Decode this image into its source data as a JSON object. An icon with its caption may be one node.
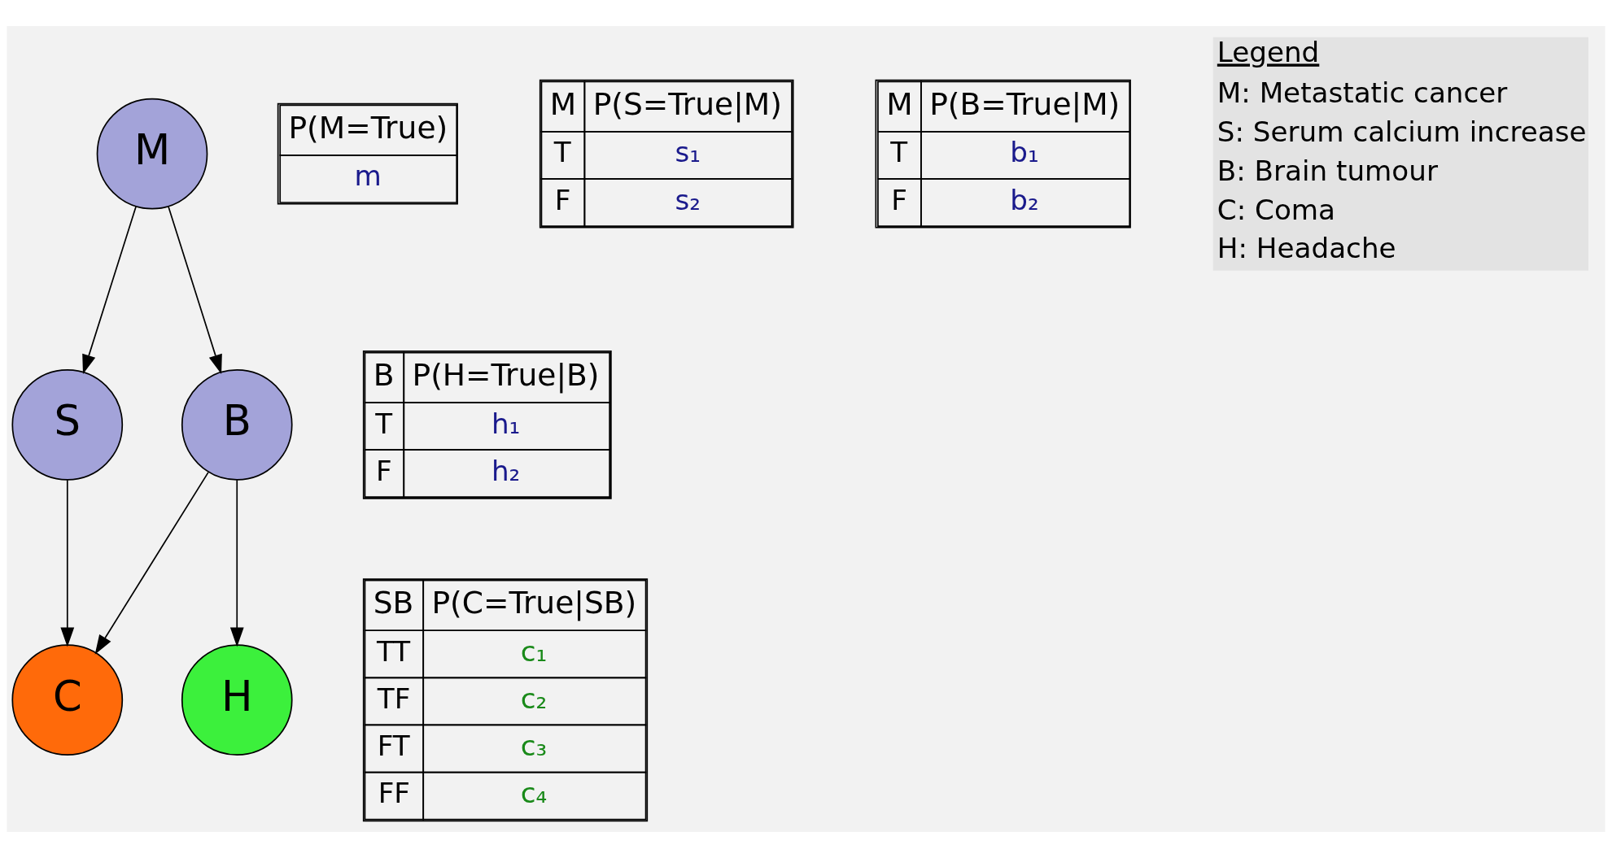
{
  "diagram": {
    "nodes": [
      {
        "text": [
          "M"
        ]
      },
      {
        "text": [
          "S"
        ]
      },
      {
        "text": [
          "B"
        ]
      },
      {
        "text": [
          "C"
        ]
      },
      {
        "text": [
          "H"
        ]
      }
    ],
    "edges": [
      {
        "from": 0,
        "to": 1,
        "arrow": "to"
      },
      {
        "from": 0,
        "to": 2,
        "arrow": "to"
      },
      {
        "from": 1,
        "to": 3,
        "arrow": "to"
      },
      {
        "from": 2,
        "to": 3,
        "arrow": "to"
      },
      {
        "from": 2,
        "to": 4,
        "arrow": "to"
      }
    ],
    "labels": [
      "P(M=True)",
      "m",
      "M",
      "P(S=True|M)",
      "T",
      "s₁",
      "F",
      "s₂",
      "M",
      "P(B=True|M)",
      "T",
      "b₁",
      "F",
      "b₂",
      "B",
      "P(H=True|B)",
      "T",
      "h₁",
      "F",
      "h₂",
      "SB",
      "P(C=True|SB)",
      "TT",
      "c₁",
      "TF",
      "c₂",
      "FT",
      "c₃",
      "FF",
      "c₄",
      "Legend",
      "M: Metastatic cancer",
      "S: Serum calcium increase",
      "B: Brain tumour",
      "C: Coma",
      "H: Headache"
    ]
  }
}
